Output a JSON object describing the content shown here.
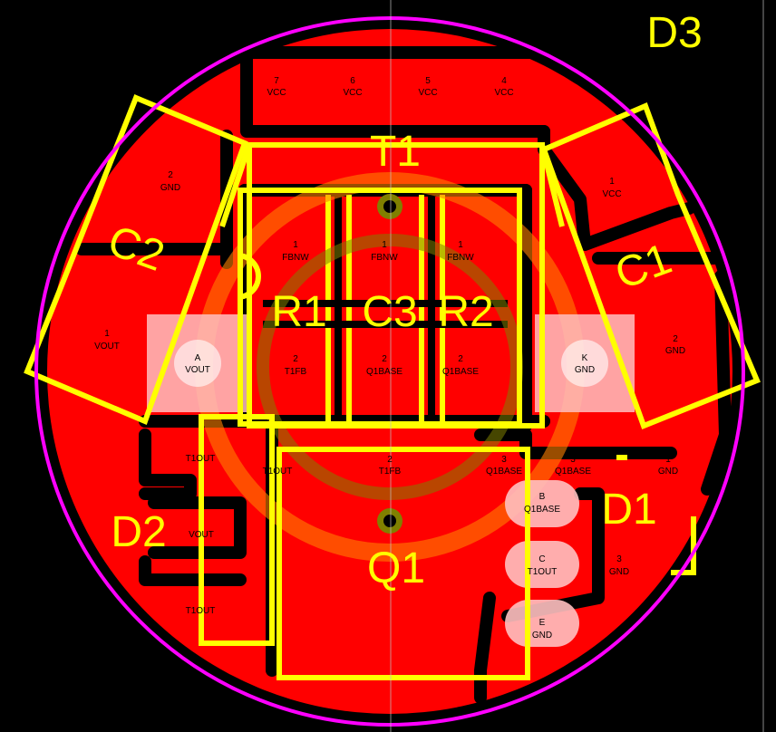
{
  "colors": {
    "background": "#000000",
    "copper": "#ff0000",
    "silkscreen": "#ffff00",
    "board_outline": "#ff00ff",
    "overlay_ring": "#ff8000",
    "pad_highlight": "#ffc0c0",
    "guide_line": "#c0c0c0"
  },
  "designators": {
    "d3": "D3",
    "t1": "T1",
    "c2": "C2",
    "c1": "C1",
    "r1": "R1",
    "c3": "C3",
    "r2": "R2",
    "d2": "D2",
    "d1": "D1",
    "q1": "Q1"
  },
  "pads": {
    "t1_p7": {
      "num": "7",
      "net": "VCC"
    },
    "t1_p6": {
      "num": "6",
      "net": "VCC"
    },
    "t1_p5": {
      "num": "5",
      "net": "VCC"
    },
    "t1_p4": {
      "num": "4",
      "net": "VCC"
    },
    "c2_p2": {
      "num": "2",
      "net": "GND"
    },
    "c2_p1": {
      "num": "1",
      "net": "VOUT"
    },
    "c1_p1": {
      "num": "1",
      "net": "VCC"
    },
    "c1_p2": {
      "num": "2",
      "net": "GND"
    },
    "r1_p1": {
      "num": "1",
      "net": "FBNW"
    },
    "c3_p1": {
      "num": "1",
      "net": "FBNW"
    },
    "r2_p1": {
      "num": "1",
      "net": "FBNW"
    },
    "r1_p2": {
      "num": "2",
      "net": "T1FB"
    },
    "c3_p2": {
      "num": "2",
      "net": "Q1BASE"
    },
    "r2_p2": {
      "num": "2",
      "net": "Q1BASE"
    },
    "d2_a": {
      "num": "A",
      "net": "VOUT"
    },
    "d1_k": {
      "num": "K",
      "net": "GND"
    },
    "t1_p1a": {
      "num": "",
      "net": "T1OUT"
    },
    "t1_p1b": {
      "num": "",
      "net": "T1OUT"
    },
    "t1_p2": {
      "num": "2",
      "net": "T1FB"
    },
    "t1_p3a": {
      "num": "3",
      "net": "Q1BASE"
    },
    "t1_p3b": {
      "num": "3",
      "net": "Q1BASE"
    },
    "d3_p1": {
      "num": "1",
      "net": "GND"
    },
    "d2_vout": {
      "num": "",
      "net": "VOUT"
    },
    "d2_t1out": {
      "num": "",
      "net": "T1OUT"
    },
    "q1_b": {
      "num": "B",
      "net": "Q1BASE"
    },
    "q1_c": {
      "num": "C",
      "net": "T1OUT"
    },
    "q1_e": {
      "num": "E",
      "net": "GND"
    },
    "d1_p3": {
      "num": "3",
      "net": "GND"
    }
  }
}
